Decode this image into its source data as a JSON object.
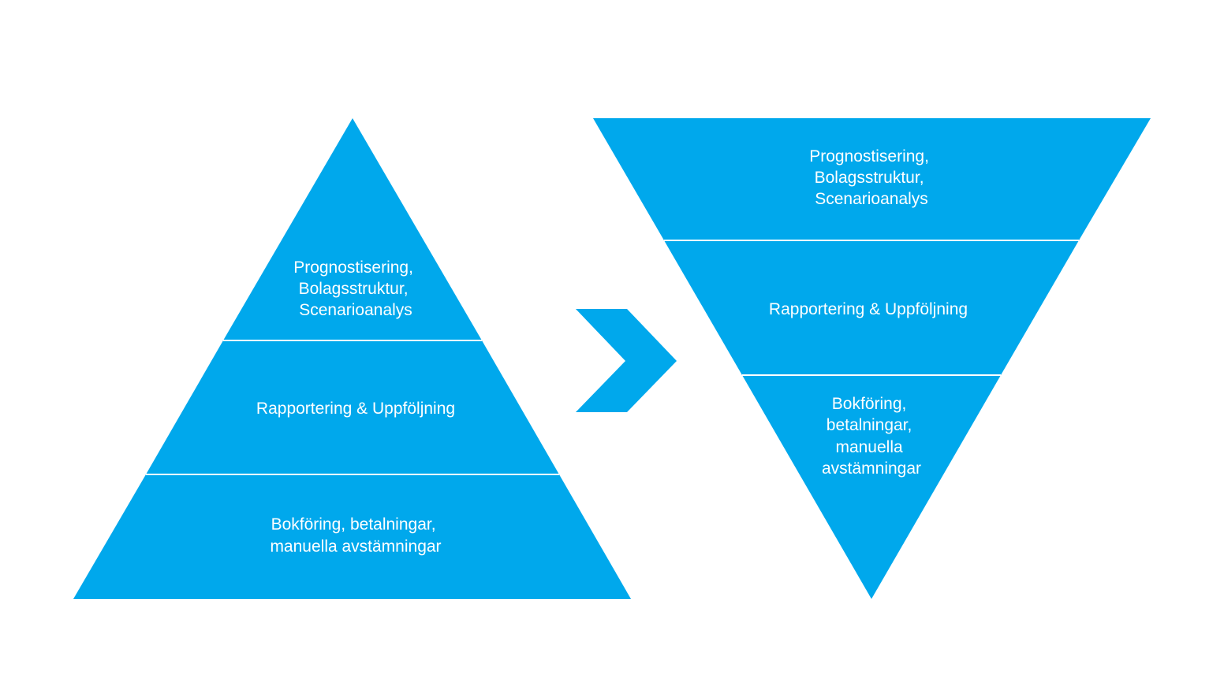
{
  "colors": {
    "shape_fill": "#00A8EC",
    "text": "#FFFFFF",
    "background": "#FFFFFF",
    "separator": "#FFFFFF"
  },
  "left_pyramid": {
    "top": [
      "Prognostisering,",
      "Bolagsstruktur,",
      "Scenarioanalys"
    ],
    "middle": [
      "Rapportering & Uppföljning"
    ],
    "bottom": [
      "Bokföring, betalningar,",
      "manuella avstämningar"
    ]
  },
  "arrow": {
    "icon": "chevron-right-icon"
  },
  "right_pyramid": {
    "top": [
      "Prognostisering,",
      "Bolagsstruktur,",
      "Scenarioanalys"
    ],
    "middle": [
      "Rapportering & Uppföljning"
    ],
    "bottom": [
      "Bokföring,",
      "betalningar,",
      "manuella",
      "avstämningar"
    ]
  }
}
